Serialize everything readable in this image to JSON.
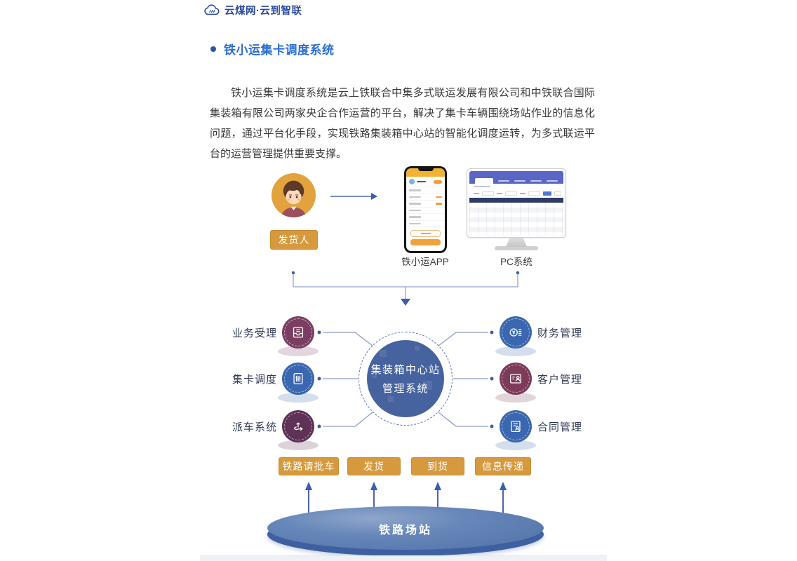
{
  "logo": {
    "text": "云煤网·云到智联",
    "icon": "cloud-icon"
  },
  "section": {
    "title": "铁小运集卡调度系统"
  },
  "intro": {
    "text": "铁小运集卡调度系统是云上铁联合中集多式联运发展有限公司和中铁联合国际集装箱有限公司两家央企合作运营的平台，解决了集卡车辆围绕场站作业的信息化问题，通过平台化手段，实现铁路集装箱中心站的智能化调度运转，为多式联运平台的运营管理提供重要支撑。"
  },
  "flow": {
    "shipper_label": "发货人",
    "app_label": "铁小运APP",
    "pc_label": "PC系统"
  },
  "hub": {
    "line1": "集装箱中心站",
    "line2": "管理系统"
  },
  "left_modules": [
    {
      "label": "业务受理",
      "icon": "inbox-icon",
      "color": "#7b3e63"
    },
    {
      "label": "集卡调度",
      "icon": "sliders-icon",
      "color": "#3a67af"
    },
    {
      "label": "派车系统",
      "icon": "route-icon",
      "color": "#5e3156"
    }
  ],
  "right_modules": [
    {
      "label": "财务管理",
      "icon": "finance-icon",
      "color": "#3a67af"
    },
    {
      "label": "客户管理",
      "icon": "customer-card-icon",
      "color": "#7d3b59"
    },
    {
      "label": "合同管理",
      "icon": "contract-icon",
      "color": "#3a67af"
    }
  ],
  "process_buttons": [
    {
      "label": "铁路请批车"
    },
    {
      "label": "发货"
    },
    {
      "label": "到货"
    },
    {
      "label": "信息传递"
    }
  ],
  "station": {
    "label": "铁路场站"
  },
  "colors": {
    "logo_blue": "#2b4a9f",
    "title_blue": "#2a6dd2",
    "button_orange": "#d6993d",
    "hub_blue": "#46639f",
    "station_blue": "#5d7cae"
  }
}
